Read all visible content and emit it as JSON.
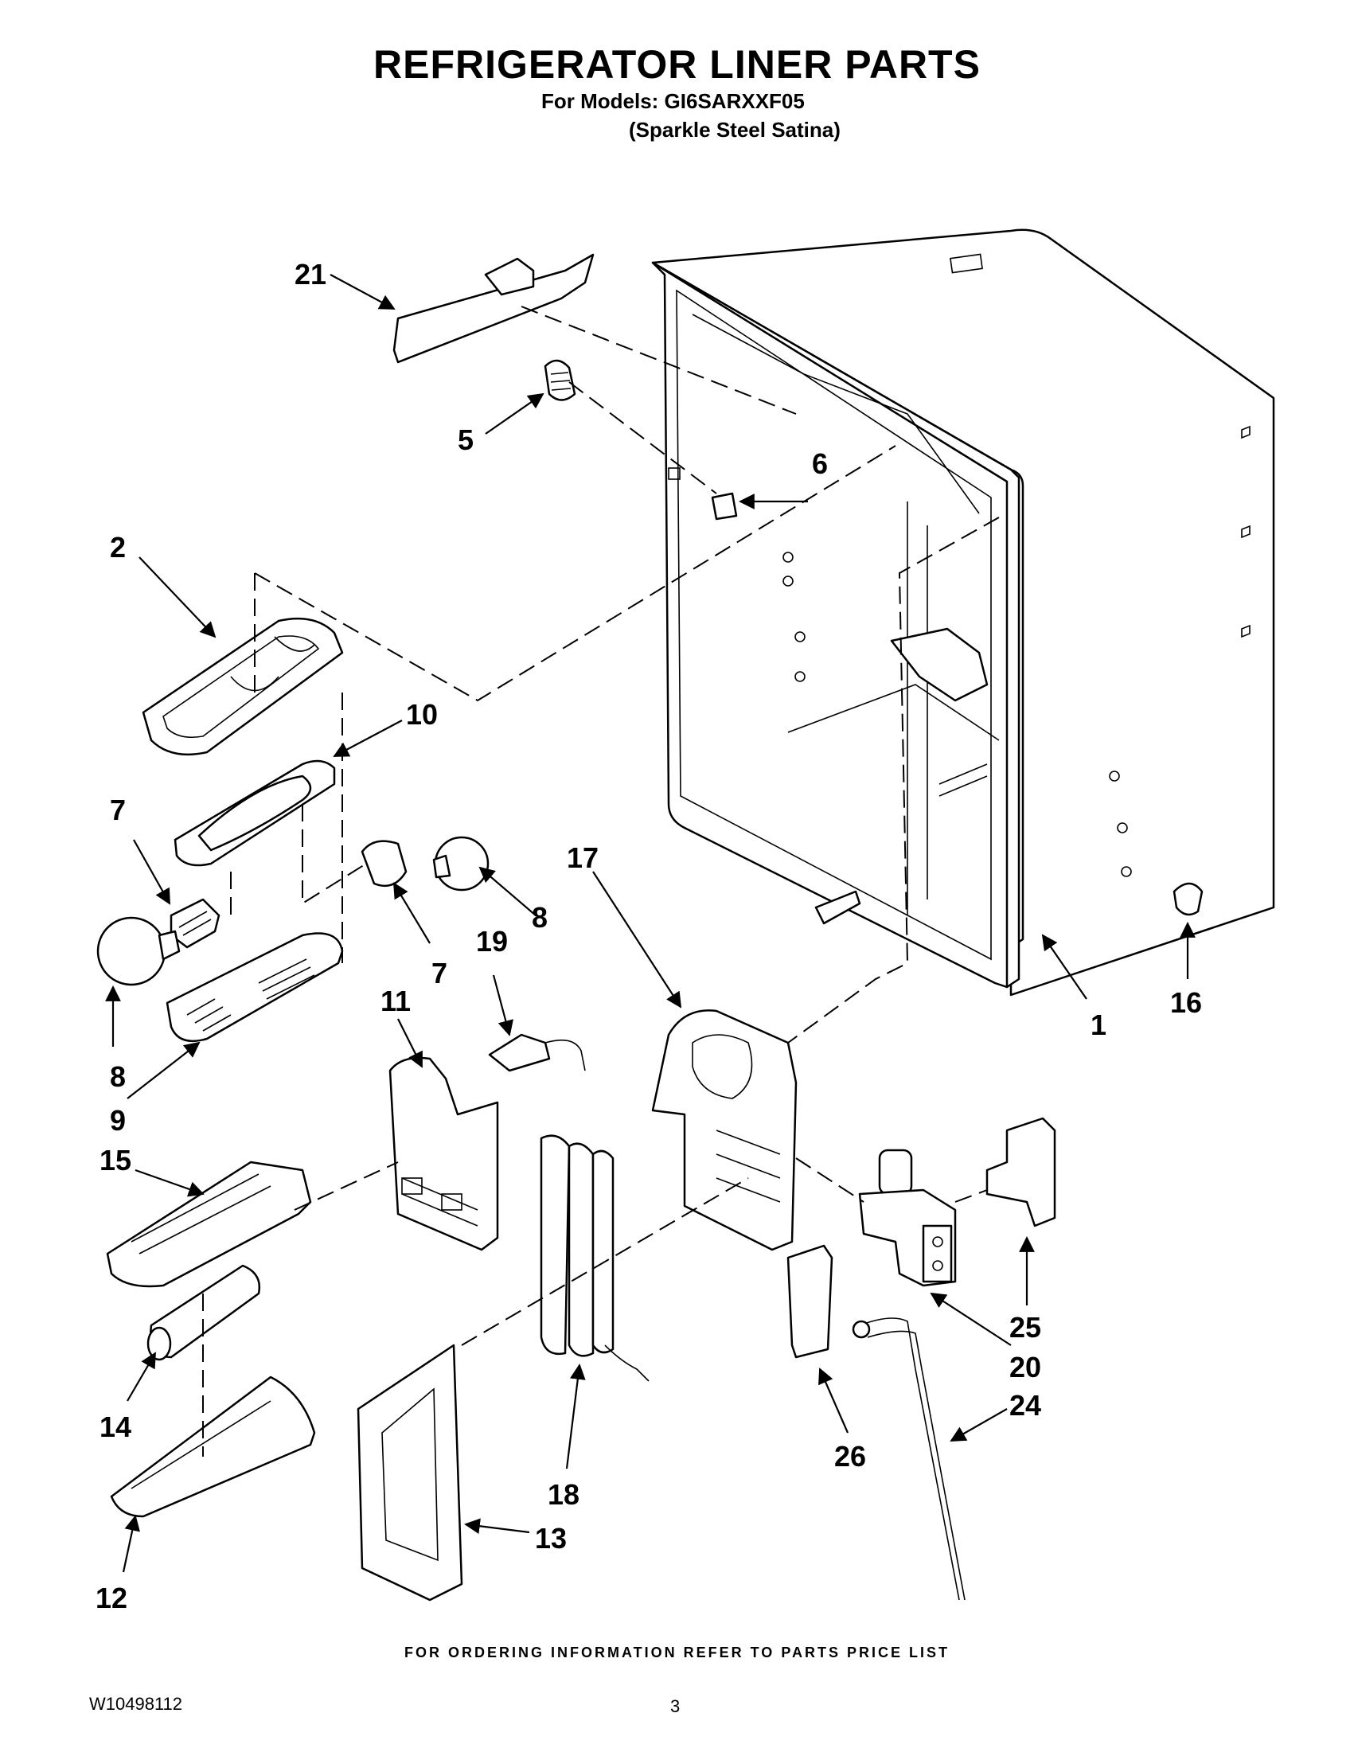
{
  "header": {
    "title": "REFRIGERATOR LINER PARTS",
    "models_line": "For Models: GI6SARXXF05",
    "variant_line": "(Sparkle Steel Satina)"
  },
  "footer": {
    "ordering_note": "FOR ORDERING INFORMATION REFER TO PARTS PRICE LIST",
    "document_number": "W10498112",
    "page_number": "3"
  },
  "callouts": [
    {
      "id": "c1",
      "label": "1"
    },
    {
      "id": "c2",
      "label": "2"
    },
    {
      "id": "c5",
      "label": "5"
    },
    {
      "id": "c6",
      "label": "6"
    },
    {
      "id": "c7a",
      "label": "7"
    },
    {
      "id": "c7b",
      "label": "7"
    },
    {
      "id": "c8a",
      "label": "8"
    },
    {
      "id": "c8b",
      "label": "8"
    },
    {
      "id": "c9",
      "label": "9"
    },
    {
      "id": "c10",
      "label": "10"
    },
    {
      "id": "c11",
      "label": "11"
    },
    {
      "id": "c12",
      "label": "12"
    },
    {
      "id": "c13",
      "label": "13"
    },
    {
      "id": "c14",
      "label": "14"
    },
    {
      "id": "c15",
      "label": "15"
    },
    {
      "id": "c16",
      "label": "16"
    },
    {
      "id": "c17",
      "label": "17"
    },
    {
      "id": "c18",
      "label": "18"
    },
    {
      "id": "c19",
      "label": "19"
    },
    {
      "id": "c20",
      "label": "20"
    },
    {
      "id": "c21",
      "label": "21"
    },
    {
      "id": "c24",
      "label": "24"
    },
    {
      "id": "c25",
      "label": "25"
    },
    {
      "id": "c26",
      "label": "26"
    }
  ]
}
